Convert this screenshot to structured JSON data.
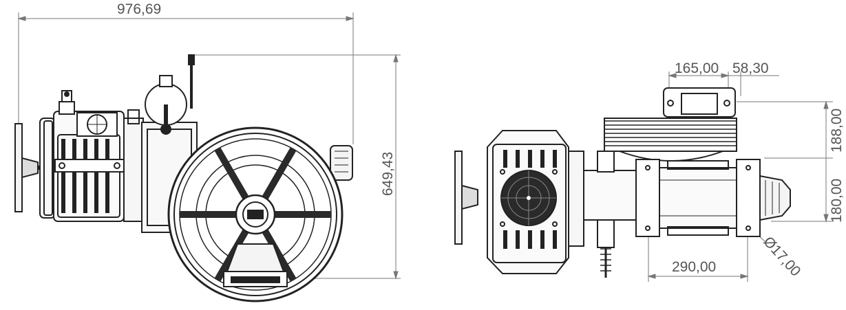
{
  "dimensions": {
    "overall_width": "976,69",
    "overall_height": "649,43",
    "pulley_width": "165,00",
    "offset": "58,30",
    "upper_height": "188,00",
    "lower_height": "180,00",
    "base_width": "290,00",
    "bolt_diameter": "Ø17,00"
  },
  "colors": {
    "line": "#222222",
    "dimension": "#777777",
    "fill_dark": "#2a2a2a",
    "fill_light": "#f4f4f4"
  }
}
